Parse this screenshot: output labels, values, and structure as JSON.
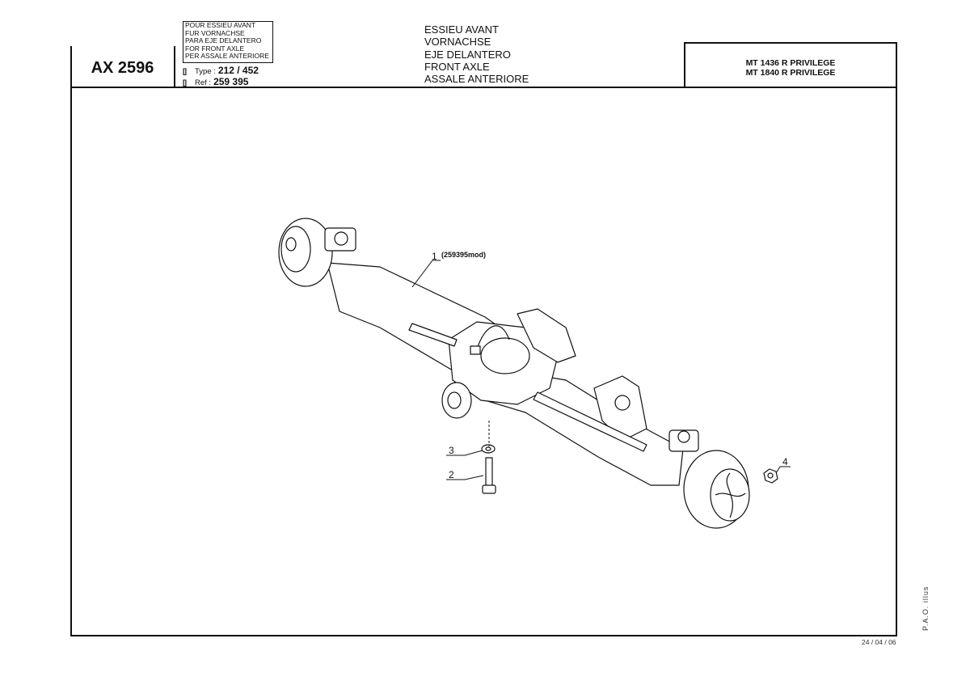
{
  "header": {
    "code": "AX 2596",
    "languages": [
      "POUR ESSIEU AVANT",
      "FUR VORNACHSE",
      "PARA EJE DELANTERO",
      "FOR FRONT AXLE",
      "PER ASSALE ANTERIORE"
    ],
    "type_label": "Type :",
    "type_value": "212 / 452",
    "ref_label": "Ref :",
    "ref_value": "259 395",
    "titles": [
      "ESSIEU AVANT",
      "VORNACHSE",
      "EJE DELANTERO",
      "FRONT AXLE",
      "ASSALE ANTERIORE"
    ],
    "models": [
      "MT 1436 R PRIVILEGE",
      "MT 1840 R PRIVILEGE"
    ]
  },
  "drawing": {
    "callouts": [
      {
        "num": "1",
        "ref": "(259395mod)"
      },
      {
        "num": "2"
      },
      {
        "num": "3"
      },
      {
        "num": "4"
      }
    ]
  },
  "footer": {
    "side_label": "P.A.O. illus",
    "date": "24 / 04 / 06"
  }
}
